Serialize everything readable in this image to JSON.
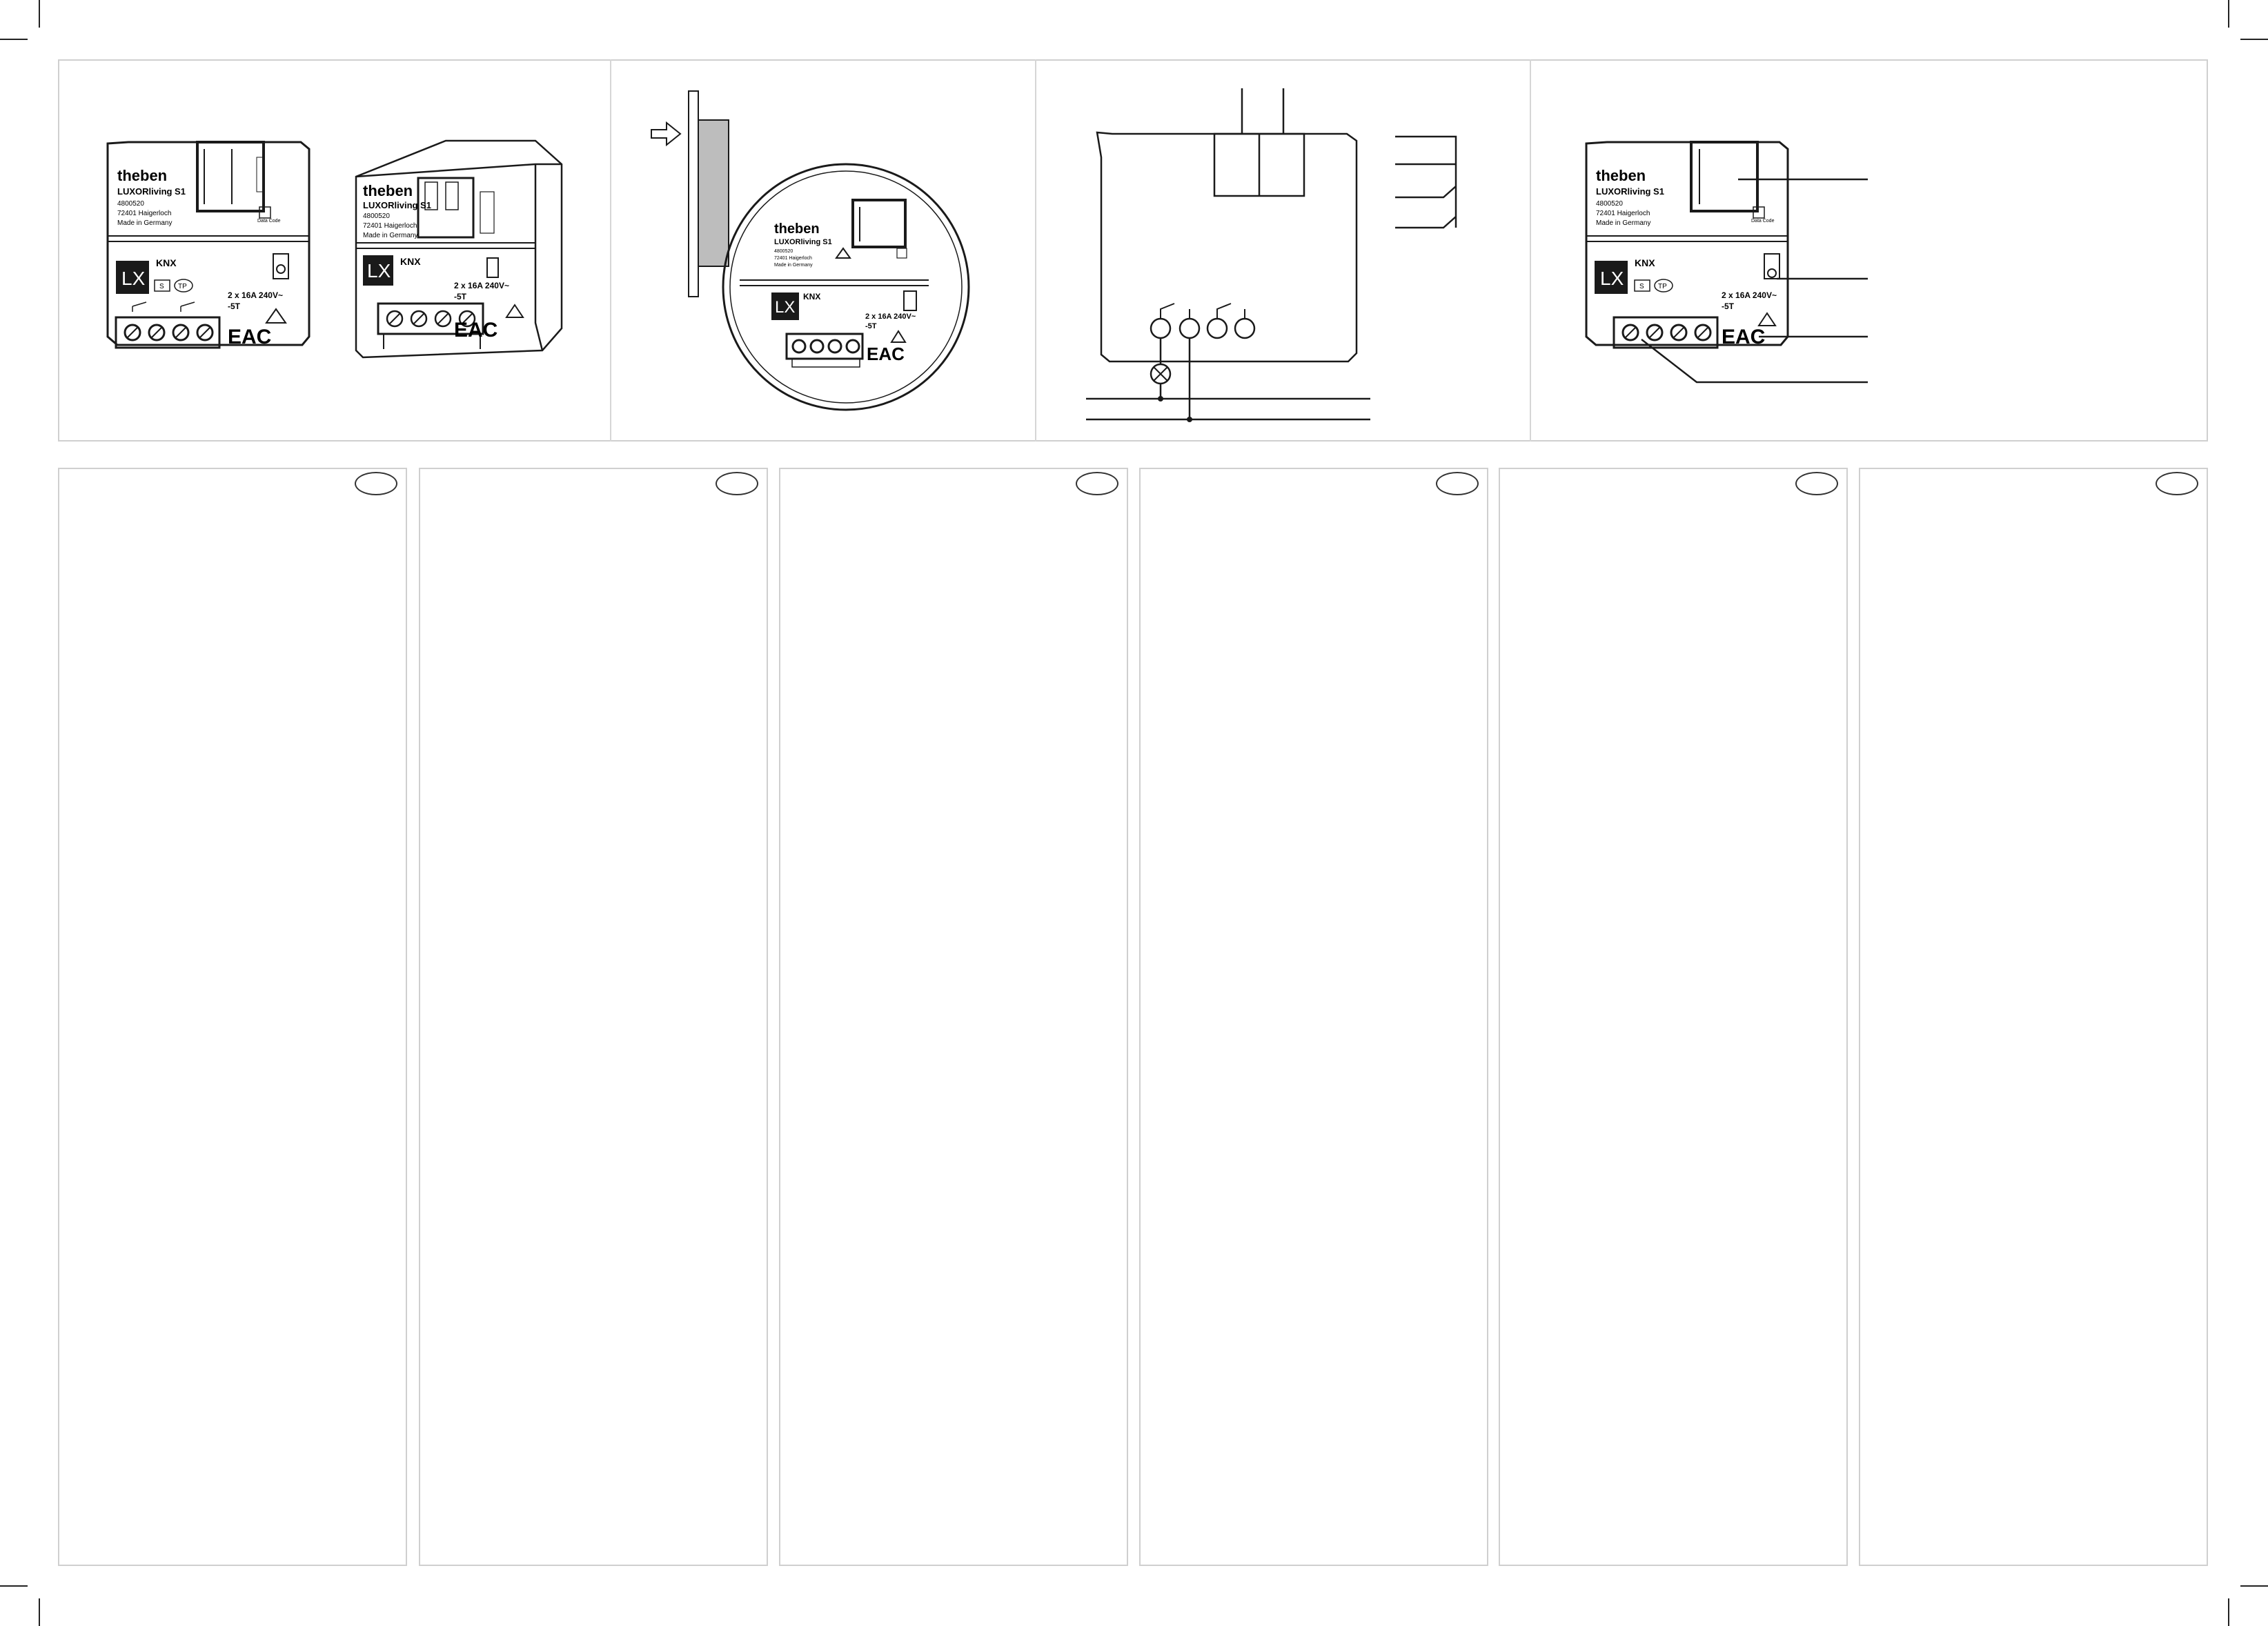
{
  "device": {
    "brand": "theben",
    "model": "LUXORliving S1",
    "article_no": "4800520",
    "address": "72401 Haigerloch",
    "origin": "Made in Germany",
    "logo_text": "LX",
    "protocol": "KNX",
    "badge_s": "S",
    "badge_tp": "TP",
    "rating_line1": "2 x 16A 240V~",
    "rating_line2": "-5T",
    "cert_mark": "EAC",
    "side_label": "Data Code"
  },
  "colors": {
    "frame": "#cfcfcf",
    "line": "#1a1a1a",
    "panel_fill": "#bdbdbd"
  }
}
